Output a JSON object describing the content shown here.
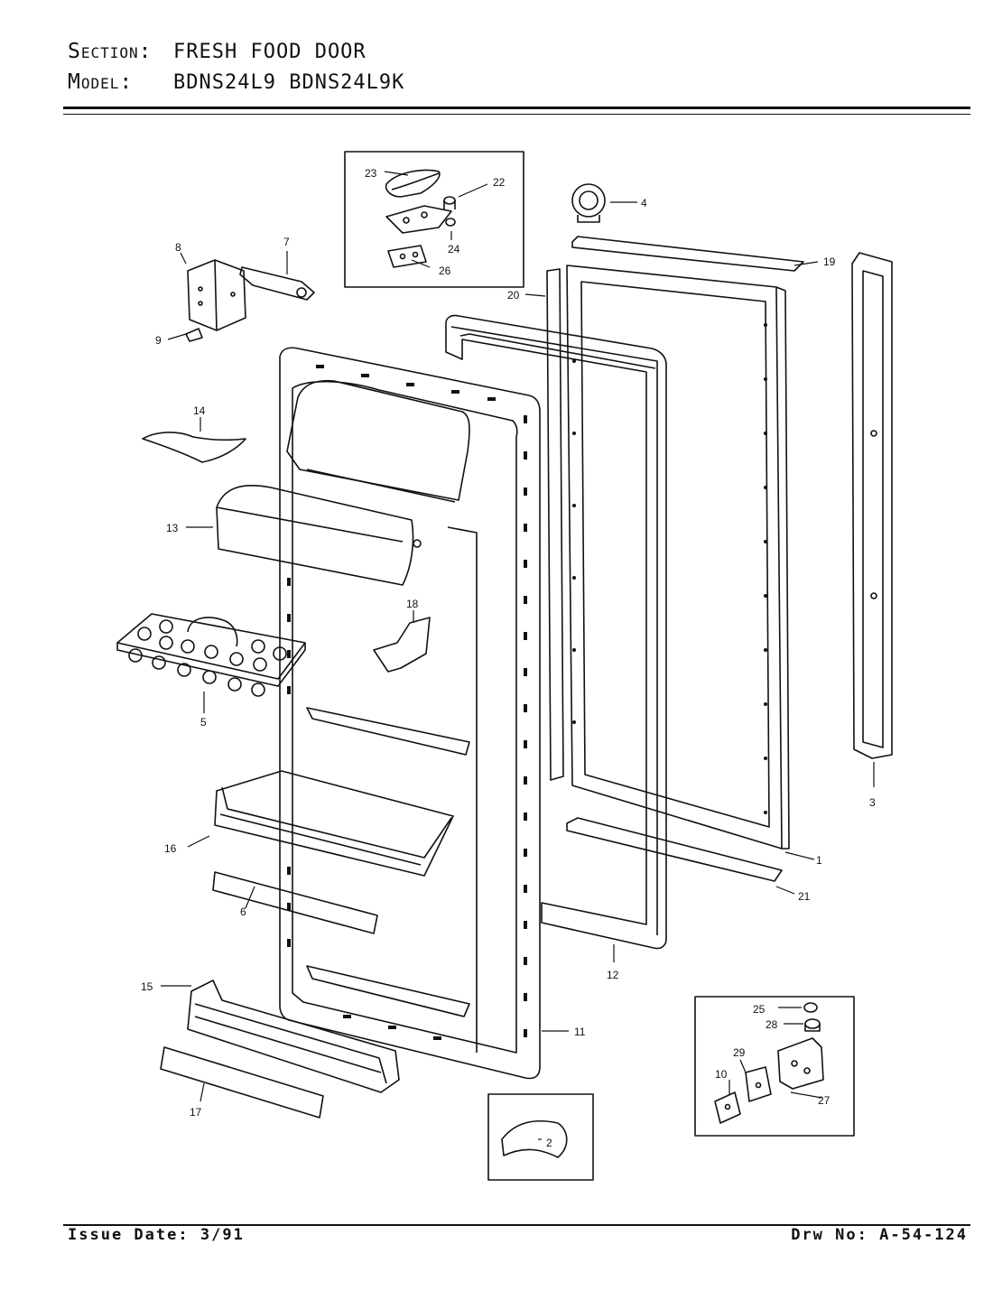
{
  "header": {
    "section_label": "Section:",
    "section_value": "FRESH FOOD DOOR",
    "model_label": "Model:",
    "model_value": "BDNS24L9  BDNS24L9K"
  },
  "footer": {
    "issue_label": "Issue Date:",
    "issue_value": "3/91",
    "drawing_label": "Drw No:",
    "drawing_value": "A-54-124"
  },
  "callouts": [
    "1",
    "2",
    "3",
    "4",
    "5",
    "6",
    "7",
    "8",
    "9",
    "10",
    "11",
    "12",
    "13",
    "14",
    "15",
    "16",
    "17",
    "18",
    "19",
    "20",
    "21",
    "22",
    "23",
    "24",
    "25",
    "26",
    "27",
    "28",
    "29"
  ]
}
